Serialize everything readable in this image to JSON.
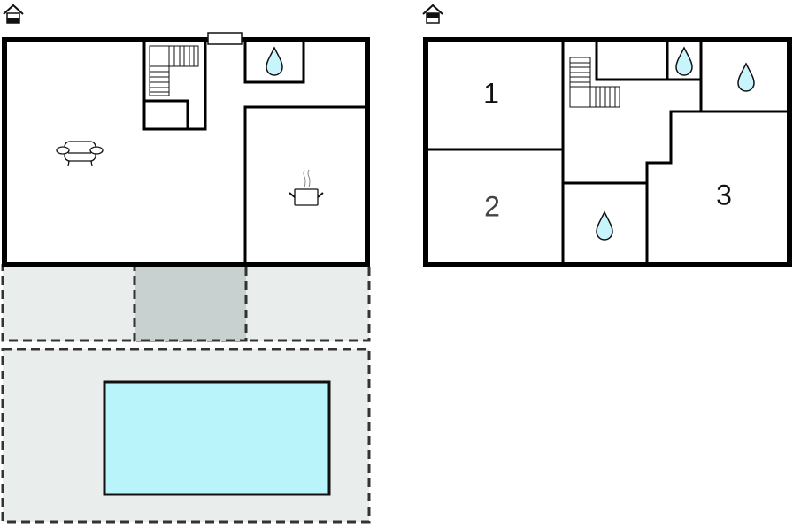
{
  "plans": [
    {
      "name": "ground-floor",
      "level_icon": "house-ground-floor-icon"
    },
    {
      "name": "upper-floor",
      "level_icon": "house-upper-floor-icon",
      "room_labels": [
        "1",
        "2",
        "3"
      ]
    }
  ],
  "colors": {
    "wall": "#000000",
    "water": "#c8f4fb",
    "terrace": "#e9edec",
    "covered_terrace": "#c8d1d0",
    "pool": "#b8f4fa"
  }
}
